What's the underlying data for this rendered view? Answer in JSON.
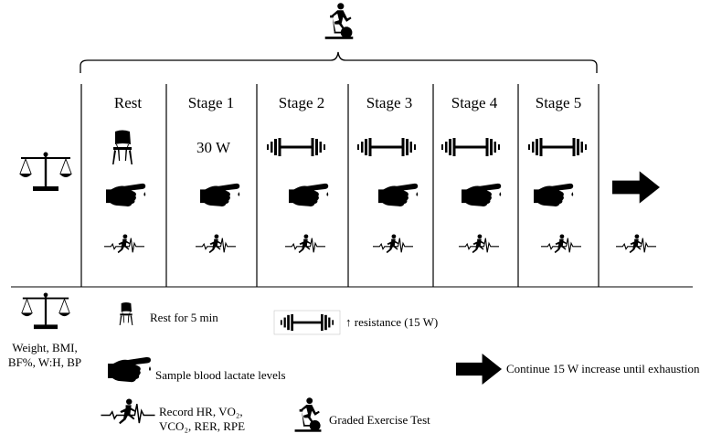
{
  "stages": [
    "Rest",
    "Stage 1",
    "Stage 2",
    "Stage 3",
    "Stage 4",
    "Stage 5"
  ],
  "stage1_load": "30 W",
  "legend": {
    "anthropometrics": [
      "Weight, BMI,",
      "BF%, W:H, BP"
    ],
    "rest": "Rest for 5 min",
    "resistance": "↑ resistance (15 W)",
    "lactate": "Sample blood lactate levels",
    "record": [
      "Record HR, VO₂,",
      "VCO₂, RER, RPE"
    ],
    "continue": "Continue 15 W increase until exhaustion",
    "test": "Graded Exercise Test"
  },
  "icons": [
    "exercise-bike-icon",
    "scale-icon",
    "chair-icon",
    "dumbbell-icon",
    "finger-prick-icon",
    "runner-ecg-icon",
    "arrow-right-icon"
  ],
  "colors": {
    "ink": "#000000",
    "background": "#ffffff"
  }
}
